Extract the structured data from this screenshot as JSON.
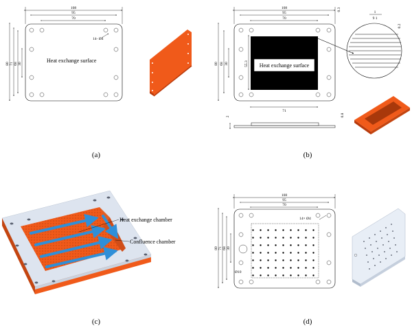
{
  "panels": {
    "a": {
      "caption": "(a)",
      "dims": {
        "d108": "108",
        "d95": "95",
        "d70": "70",
        "d80": "80",
        "d71": "71",
        "d68": "68",
        "d30": "30"
      },
      "hole_note": "14- Ø4",
      "surface_label": "Heat exchange surface"
    },
    "b": {
      "caption": "(b)",
      "dims": {
        "d108": "108",
        "d95": "95",
        "d70": "70",
        "d80": "80",
        "d68": "68",
        "d30": "30",
        "d55": "55.3",
        "d71": "71",
        "d03": "0.3",
        "d2": "2",
        "d08": "0.8"
      },
      "frac_top": "1",
      "frac_bottom": "9 1",
      "d02": "0.2",
      "surface_label": "Heat exchange surface"
    },
    "c": {
      "caption": "(c)",
      "label_chamber": "Heat exchange chamber",
      "label_confluence": "Confluence chamber"
    },
    "d": {
      "caption": "(d)",
      "dims": {
        "d108": "108",
        "d95": "95",
        "d70": "70",
        "d80": "80",
        "d71": "71",
        "d68": "68",
        "d30": "30"
      },
      "hole_note": "14× Ø4",
      "small_note": "Ø10"
    }
  },
  "colors": {
    "orange": "#f05a1a",
    "dark_orange": "#b83a0c",
    "blue": "#2f8fd8",
    "plate": "#e8eef6"
  }
}
